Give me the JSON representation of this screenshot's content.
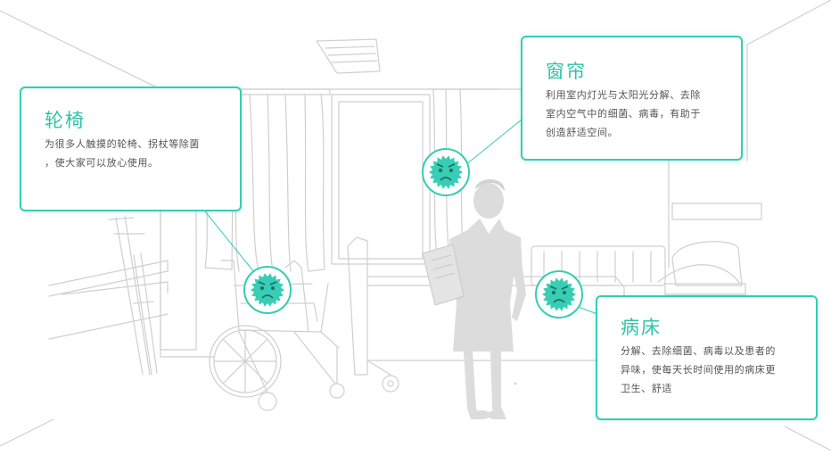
{
  "colors": {
    "accent": "#35cdb2",
    "germ": "#38cdb4",
    "germ_face": "#1f6d60",
    "line_art": "#cfcfcf",
    "nurse": "#dcdcdc",
    "text": "#555555"
  },
  "callouts": {
    "wheelchair": {
      "title": "轮椅",
      "lines": [
        "为很多人触摸的轮椅、拐杖等除菌",
        "，使大家可以放心使用。"
      ]
    },
    "curtain": {
      "title": "窗帘",
      "lines": [
        "利用室内灯光与太阳光分解、去除",
        "室内空气中的细菌、病毒，有助于",
        "创造舒适空间。"
      ]
    },
    "bed": {
      "title": "病床",
      "lines": [
        "分解、去除细菌、病毒以及患者的",
        "异味，使每天长时间使用的病床更",
        "卫生、舒适"
      ]
    }
  },
  "icons": {
    "germ": "angry-germ-icon"
  }
}
